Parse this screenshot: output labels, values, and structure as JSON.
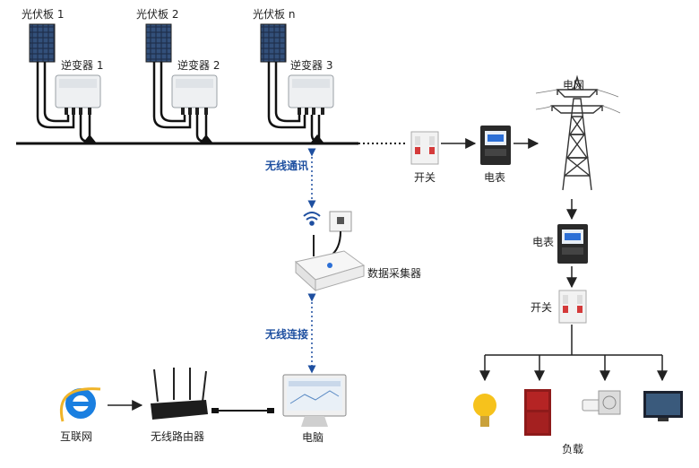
{
  "panels": [
    "光伏板 1",
    "光伏板 2",
    "光伏板 n"
  ],
  "inverters": [
    "逆变器 1",
    "逆变器 2",
    "逆变器 3"
  ],
  "grid_label": "电网",
  "switch_label": "开关",
  "meter_label": "电表",
  "meter2_label": "电表",
  "switch2_label": "开关",
  "wireless_comm": "无线通讯",
  "collector_label": "数据采集器",
  "wireless_connect": "无线连接",
  "internet_label": "互联网",
  "router_label": "无线路由器",
  "computer_label": "电脑",
  "load_label": "负载",
  "colors": {
    "link_blue": "#1e4fa0",
    "grid_red": "#d43a3a",
    "meter_screen": "#2c6fd6"
  }
}
